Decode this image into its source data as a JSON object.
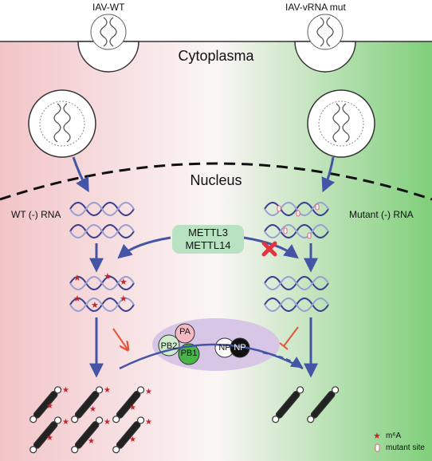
{
  "labels": {
    "virus_wt": "IAV-WT",
    "virus_mut": "IAV-vRNA mut",
    "cytoplasm": "Cytoplasma",
    "nucleus": "Nucleus",
    "wt_rna": "WT (-) RNA",
    "mutant_rna": "Mutant (-) RNA"
  },
  "enzymes": {
    "line1": "METTL3",
    "line2": "METTL14"
  },
  "polymerase": {
    "pa": "PA",
    "pb2": "PB2",
    "pb1": "PB1",
    "np1": "NP",
    "np2": "NP"
  },
  "legend": {
    "m6a": "m⁶A",
    "mutant_site": "mutant site"
  },
  "colors": {
    "wt_side": "#f2c4c8",
    "mut_side": "#7fcf7a",
    "arrow": "#4455a6",
    "m6a_star": "#c2262e",
    "inhibit_arrow": "#e2553a",
    "block_x": "#e2353f",
    "mettl_box": "#b9e2c3",
    "polymerase_ellipse": "#d8c6e6"
  }
}
